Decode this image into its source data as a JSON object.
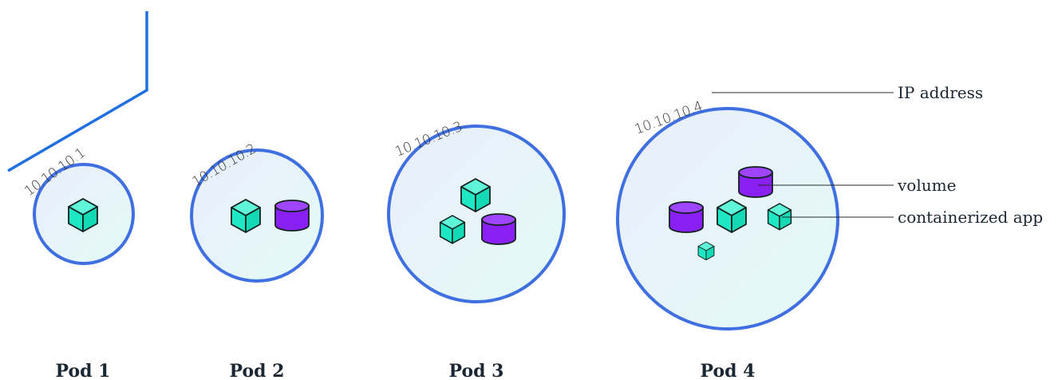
{
  "pods": [
    {
      "label": "Pod 1",
      "ip": "10.10.10.1"
    },
    {
      "label": "Pod 2",
      "ip": "10.10.10.2"
    },
    {
      "label": "Pod 3",
      "ip": "10.10.10.3"
    },
    {
      "label": "Pod 4",
      "ip": "10.10.10.4"
    }
  ],
  "legend": {
    "ip_address": "IP address",
    "volume": "volume",
    "containerized_app": "containerized app"
  },
  "colors": {
    "pod_border": "#3f6fe0",
    "pod_fill_start": "#e8eefb",
    "pod_fill_end": "#e6fbf8",
    "container_face": "#1ee8c4",
    "container_stroke": "#10201e",
    "volume_fill": "#8a1ff2",
    "volume_stroke": "#10201e",
    "accent_line": "#1f6fe0",
    "leader_line": "#2a2a2a"
  },
  "icons": {
    "container": "cube-icon",
    "volume": "cylinder-icon"
  }
}
